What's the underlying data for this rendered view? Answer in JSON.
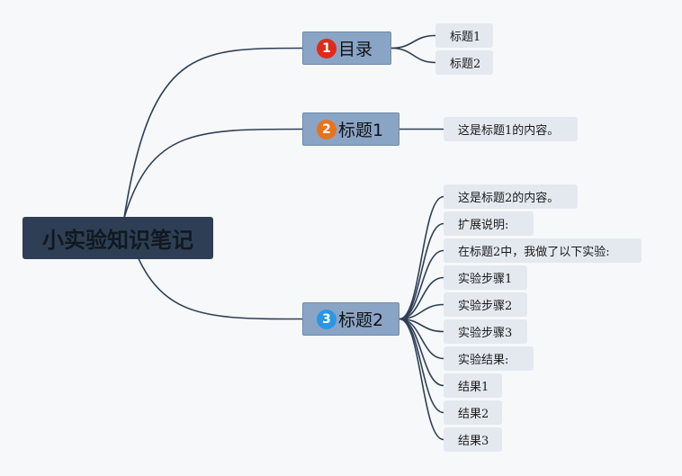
{
  "root": {
    "label": "小实验知识笔记"
  },
  "colors": {
    "root_bg": "#2e3f55",
    "branch_bg": "#8aa4c6",
    "leaf_bg": "#e4e9f0",
    "connector": "#2e3f55"
  },
  "branches": [
    {
      "badge": "1",
      "badge_color": "#e02a1a",
      "label": "目录",
      "children": [
        "标题1",
        "标题2"
      ]
    },
    {
      "badge": "2",
      "badge_color": "#e8731c",
      "label": "标题1",
      "children": [
        "这是标题1的内容。"
      ]
    },
    {
      "badge": "3",
      "badge_color": "#2b97e2",
      "label": "标题2",
      "children": [
        "这是标题2的内容。",
        "扩展说明:",
        "在标题2中，我做了以下实验:",
        "实验步骤1",
        "实验步骤2",
        "实验步骤3",
        "实验结果:",
        "结果1",
        "结果2",
        "结果3"
      ]
    }
  ]
}
